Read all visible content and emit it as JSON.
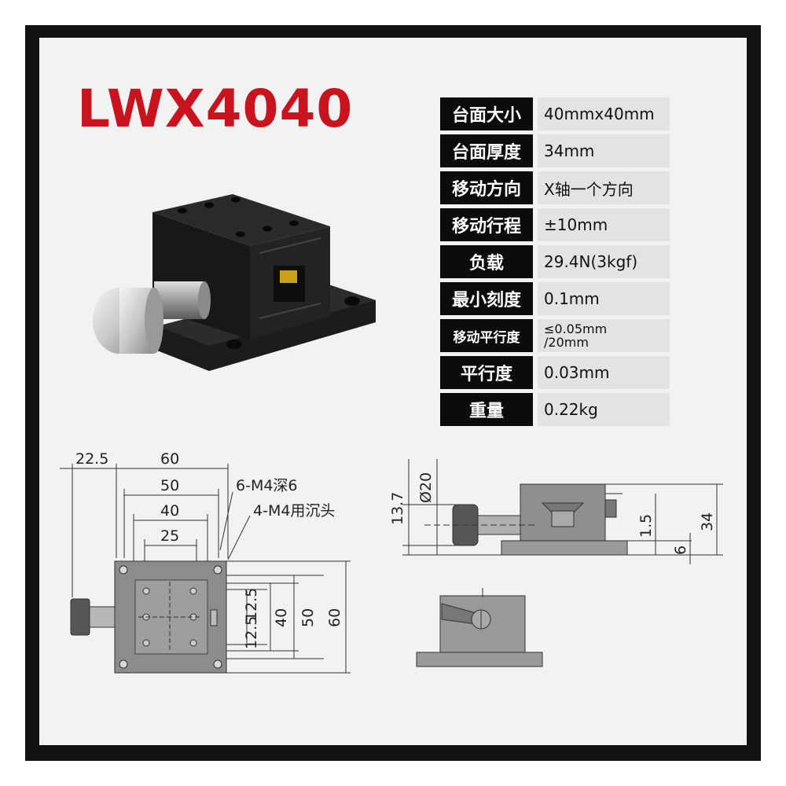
{
  "title": "LWX4040",
  "specs": [
    {
      "key": "台面大小",
      "value": "40mmx40mm"
    },
    {
      "key": "台面厚度",
      "value": "34mm"
    },
    {
      "key": "移动方向",
      "value": "X轴一个方向"
    },
    {
      "key": "移动行程",
      "value": "±10mm"
    },
    {
      "key": "负载",
      "value": "29.4N(3kgf)"
    },
    {
      "key": "最小刻度",
      "value": "0.1mm"
    },
    {
      "key": "移动平行度",
      "value_line1": "≤0.05mm",
      "value_line2": "/20mm"
    },
    {
      "key": "平行度",
      "value": "0.03mm"
    },
    {
      "key": "重量",
      "value": "0.22kg"
    }
  ],
  "drawing": {
    "top_view": {
      "dim_22_5": "22.5",
      "dim_60": "60",
      "dim_50": "50",
      "dim_40": "40",
      "dim_25": "25",
      "note_1": "6-M4深6",
      "note_2": "4-M4用沉头",
      "v_12_5_a": "12.5",
      "v_12_5_b": "12.5",
      "v_40": "40",
      "v_50": "50",
      "v_60": "60"
    },
    "side_view": {
      "dim_13_7": "13.7",
      "dim_d20": "Ø20",
      "dim_1_5": "1.5",
      "dim_34": "34",
      "dim_6": "6"
    }
  },
  "colors": {
    "title": "#c8141e",
    "label_bg": "#0c0c0c",
    "value_bg": "#e3e3e3"
  }
}
